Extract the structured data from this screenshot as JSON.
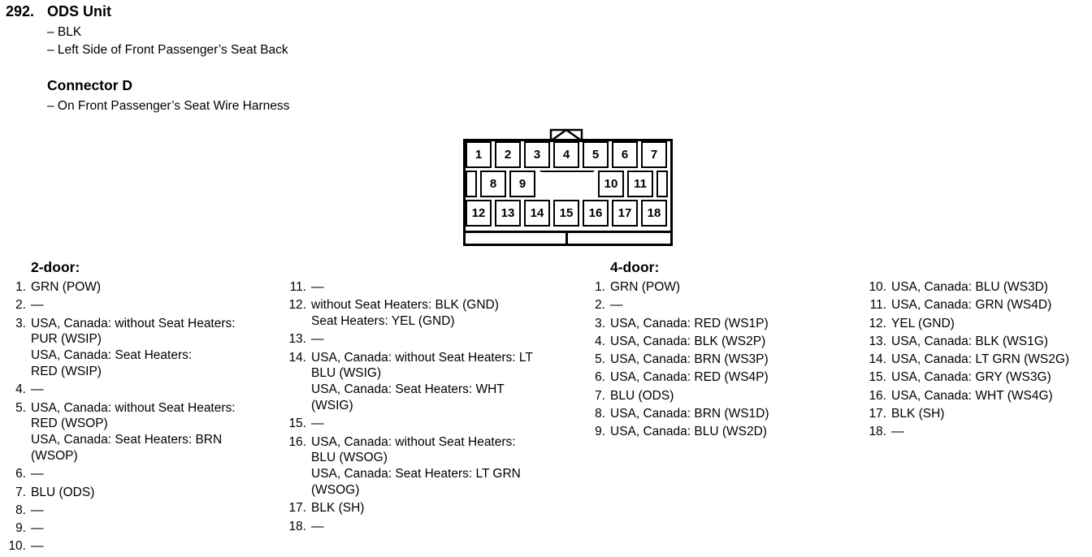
{
  "header": {
    "number": "292.",
    "title": "ODS Unit",
    "color": "– BLK",
    "location": "– Left Side of Front Passenger’s Seat Back"
  },
  "connector": {
    "title": "Connector D",
    "location": "– On Front Passenger’s Seat Wire Harness",
    "row1": [
      "1",
      "2",
      "3",
      "4",
      "5",
      "6",
      "7"
    ],
    "row2": [
      "8",
      "9",
      "10",
      "11"
    ],
    "row3": [
      "12",
      "13",
      "14",
      "15",
      "16",
      "17",
      "18"
    ]
  },
  "two_door": {
    "title": "2-door:",
    "col1": [
      {
        "num": "1.",
        "lines": [
          "GRN (POW)"
        ]
      },
      {
        "num": "2.",
        "lines": [
          "—"
        ]
      },
      {
        "num": "3.",
        "lines": [
          "USA, Canada: without Seat Heaters:",
          "PUR (WSIP)",
          "USA, Canada: Seat Heaters:",
          "RED (WSIP)"
        ]
      },
      {
        "num": "4.",
        "lines": [
          "—"
        ]
      },
      {
        "num": "5.",
        "lines": [
          "USA, Canada: without Seat Heaters:",
          "RED (WSOP)",
          "USA, Canada: Seat Heaters: BRN",
          "(WSOP)"
        ]
      },
      {
        "num": "6.",
        "lines": [
          "—"
        ]
      },
      {
        "num": "7.",
        "lines": [
          "BLU (ODS)"
        ]
      },
      {
        "num": "8.",
        "lines": [
          "—"
        ]
      },
      {
        "num": "9.",
        "lines": [
          "—"
        ]
      },
      {
        "num": "10.",
        "lines": [
          "—"
        ]
      }
    ],
    "col2": [
      {
        "num": "11.",
        "lines": [
          "—"
        ]
      },
      {
        "num": "12.",
        "lines": [
          "without Seat Heaters: BLK (GND)",
          "Seat Heaters: YEL (GND)"
        ]
      },
      {
        "num": "13.",
        "lines": [
          "—"
        ]
      },
      {
        "num": "14.",
        "lines": [
          "USA, Canada: without Seat Heaters: LT",
          "BLU (WSIG)",
          "USA, Canada: Seat Heaters: WHT",
          "(WSIG)"
        ]
      },
      {
        "num": "15.",
        "lines": [
          "—"
        ]
      },
      {
        "num": "16.",
        "lines": [
          "USA, Canada: without Seat Heaters:",
          "BLU (WSOG)",
          "USA, Canada: Seat Heaters: LT GRN",
          "(WSOG)"
        ]
      },
      {
        "num": "17.",
        "lines": [
          "BLK (SH)"
        ]
      },
      {
        "num": "18.",
        "lines": [
          "—"
        ]
      }
    ]
  },
  "four_door": {
    "title": "4-door:",
    "col1": [
      {
        "num": "1.",
        "lines": [
          "GRN (POW)"
        ]
      },
      {
        "num": "2.",
        "lines": [
          "—"
        ]
      },
      {
        "num": "3.",
        "lines": [
          "USA, Canada: RED (WS1P)"
        ]
      },
      {
        "num": "4.",
        "lines": [
          "USA, Canada: BLK (WS2P)"
        ]
      },
      {
        "num": "5.",
        "lines": [
          "USA, Canada: BRN (WS3P)"
        ]
      },
      {
        "num": "6.",
        "lines": [
          "USA, Canada: RED (WS4P)"
        ]
      },
      {
        "num": "7.",
        "lines": [
          "BLU (ODS)"
        ]
      },
      {
        "num": "8.",
        "lines": [
          "USA, Canada: BRN (WS1D)"
        ]
      },
      {
        "num": "9.",
        "lines": [
          "USA, Canada: BLU (WS2D)"
        ]
      }
    ],
    "col2": [
      {
        "num": "10.",
        "lines": [
          "USA, Canada: BLU (WS3D)"
        ]
      },
      {
        "num": "11.",
        "lines": [
          "USA, Canada: GRN (WS4D)"
        ]
      },
      {
        "num": "12.",
        "lines": [
          "YEL (GND)"
        ]
      },
      {
        "num": "13.",
        "lines": [
          "USA, Canada: BLK (WS1G)"
        ]
      },
      {
        "num": "14.",
        "lines": [
          "USA, Canada: LT GRN (WS2G)"
        ]
      },
      {
        "num": "15.",
        "lines": [
          "USA, Canada: GRY (WS3G)"
        ]
      },
      {
        "num": "16.",
        "lines": [
          "USA, Canada: WHT (WS4G)"
        ]
      },
      {
        "num": "17.",
        "lines": [
          "BLK (SH)"
        ]
      },
      {
        "num": "18.",
        "lines": [
          "—"
        ]
      }
    ]
  }
}
